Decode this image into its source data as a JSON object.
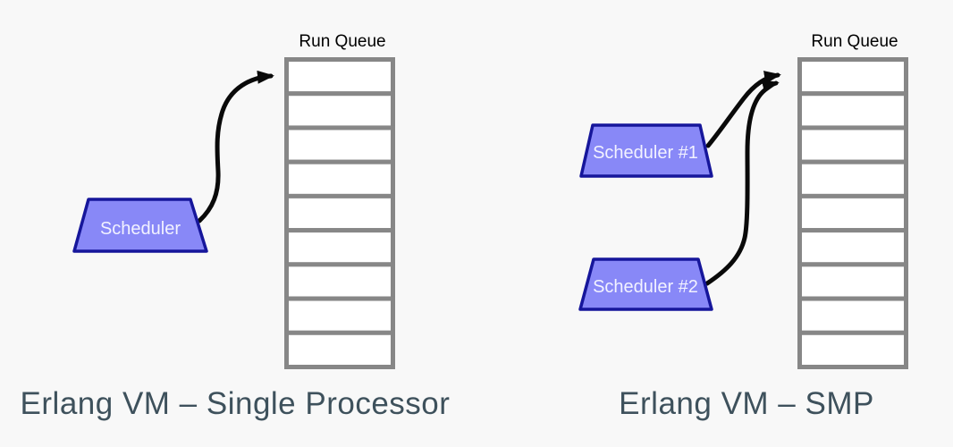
{
  "colors": {
    "background": "#f8f8f8",
    "queue_border": "#878787",
    "cell_fill": "#ffffff",
    "trapezoid_fill": "#8888f7",
    "trapezoid_border": "#16169b",
    "trapezoid_text": "#f2f2ff",
    "arrow": "#0a0a0a",
    "caption_text": "#3e515c",
    "label_text": "#000000"
  },
  "panels": [
    {
      "id": "single-processor",
      "caption": "Erlang VM – Single Processor",
      "run_queue": {
        "label": "Run Queue",
        "cells": 9
      },
      "schedulers": [
        {
          "label": "Scheduler"
        }
      ]
    },
    {
      "id": "smp",
      "caption": "Erlang VM – SMP",
      "run_queue": {
        "label": "Run Queue",
        "cells": 9
      },
      "schedulers": [
        {
          "label": "Scheduler #1"
        },
        {
          "label": "Scheduler #2"
        }
      ]
    }
  ]
}
